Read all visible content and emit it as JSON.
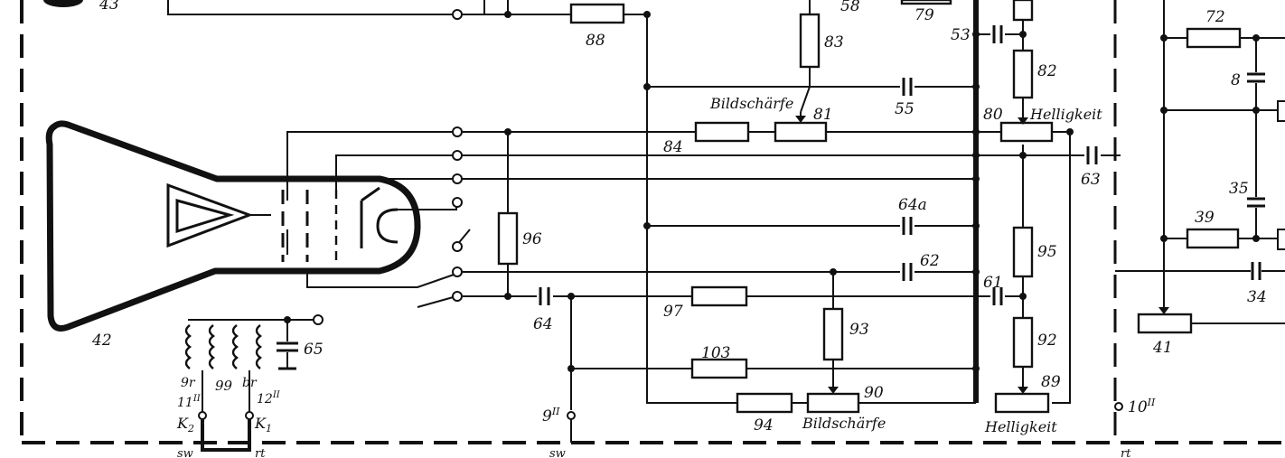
{
  "labels": {
    "r88": "88",
    "r58": "58",
    "r79": "79",
    "c53": "53",
    "r83": "83",
    "r82": "82",
    "r72": "72",
    "c8": "8",
    "c55": "55",
    "word_bildschaerfe_top": "Bildschärfe",
    "r81": "81",
    "r80": "80",
    "word_helligkeit_top": "Helligkeit",
    "r84": "84",
    "c63": "63",
    "c35": "35",
    "c64a": "64a",
    "r39": "39",
    "r96": "96",
    "r95": "95",
    "c62": "62",
    "c61": "61",
    "r97": "97",
    "r93": "93",
    "c34": "34",
    "r92": "92",
    "r41": "41",
    "tube42": "42",
    "c64": "64",
    "c65": "65",
    "r103": "103",
    "r89": "89",
    "r90": "90",
    "r94": "94",
    "word_bildschaerfe_bottom": "Bildschärfe",
    "word_helligkeit_bottom": "Helligkeit",
    "coil_9r": "9r",
    "coil_99": "99",
    "coil_br": "br",
    "term_11": "11",
    "term_11_sup": "II",
    "term_12": "12",
    "term_12_sup": "II",
    "k2": "K",
    "k2_sub": "2",
    "k1": "K",
    "k1_sub": "1",
    "term_9": "9",
    "term_9_sup": "II",
    "term_10": "10",
    "term_10_sup": "II",
    "sw_left": "sw",
    "rt_left": "rt",
    "sw_mid": "sw",
    "rt_right": "rt",
    "top_left_43": "43"
  }
}
